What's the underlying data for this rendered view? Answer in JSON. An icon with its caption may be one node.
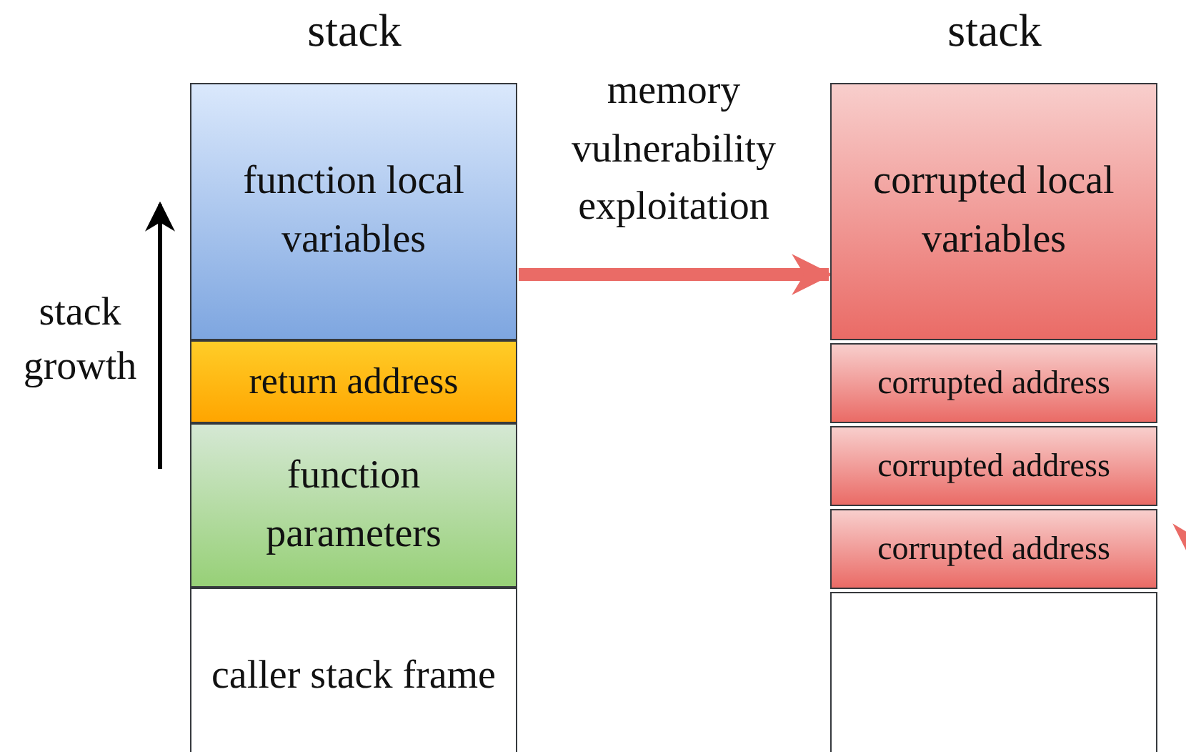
{
  "diagram": {
    "nodes": [
      {
        "text": [
          "function local variables"
        ]
      },
      {
        "text": [
          "return address"
        ]
      },
      {
        "text": [
          "function parameters"
        ]
      },
      {
        "text": [
          "caller stack frame"
        ]
      },
      {
        "text": [
          "corrupted local variables"
        ]
      },
      {
        "text": [
          "corrupted address"
        ]
      },
      {
        "text": [
          "corrupted address"
        ]
      },
      {
        "text": [
          "corrupted address"
        ]
      },
      {
        "text": [],
        "shape": "box"
      }
    ],
    "edges": [
      {
        "from": 0,
        "to": 4,
        "arrow": "to",
        "label": "memory vulnerability exploitation"
      }
    ],
    "labels": [
      "stack",
      "stack",
      "stack growth"
    ]
  }
}
